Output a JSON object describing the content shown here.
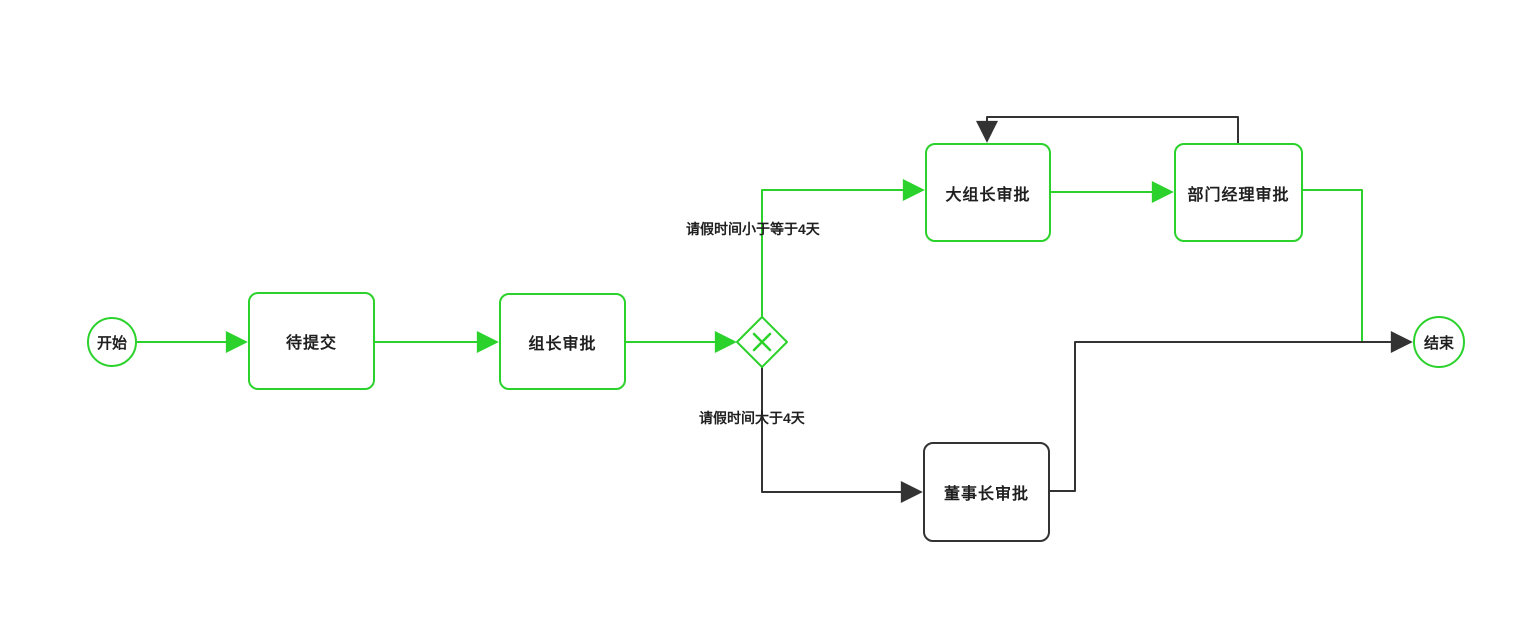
{
  "diagram": {
    "background": "#ffffff",
    "colors": {
      "flow_active": "#2bd22b",
      "flow_default": "#333333",
      "text": "#1f1f1f"
    },
    "nodes": {
      "start": {
        "type": "start-event",
        "label": "开始"
      },
      "pending": {
        "type": "user-task",
        "label": "待提交"
      },
      "leader": {
        "type": "user-task",
        "label": "组长审批"
      },
      "gateway": {
        "type": "exclusive-gateway",
        "icon": "x-cross"
      },
      "big_leader": {
        "type": "user-task",
        "label": "大组长审批"
      },
      "dept_manager": {
        "type": "user-task",
        "label": "部门经理审批"
      },
      "chairman": {
        "type": "user-task",
        "label": "董事长审批"
      },
      "end": {
        "type": "end-event",
        "label": "结束"
      }
    },
    "edge_labels": {
      "le4": "请假时间小于等于4天",
      "gt4": "请假时间大于4天"
    }
  }
}
